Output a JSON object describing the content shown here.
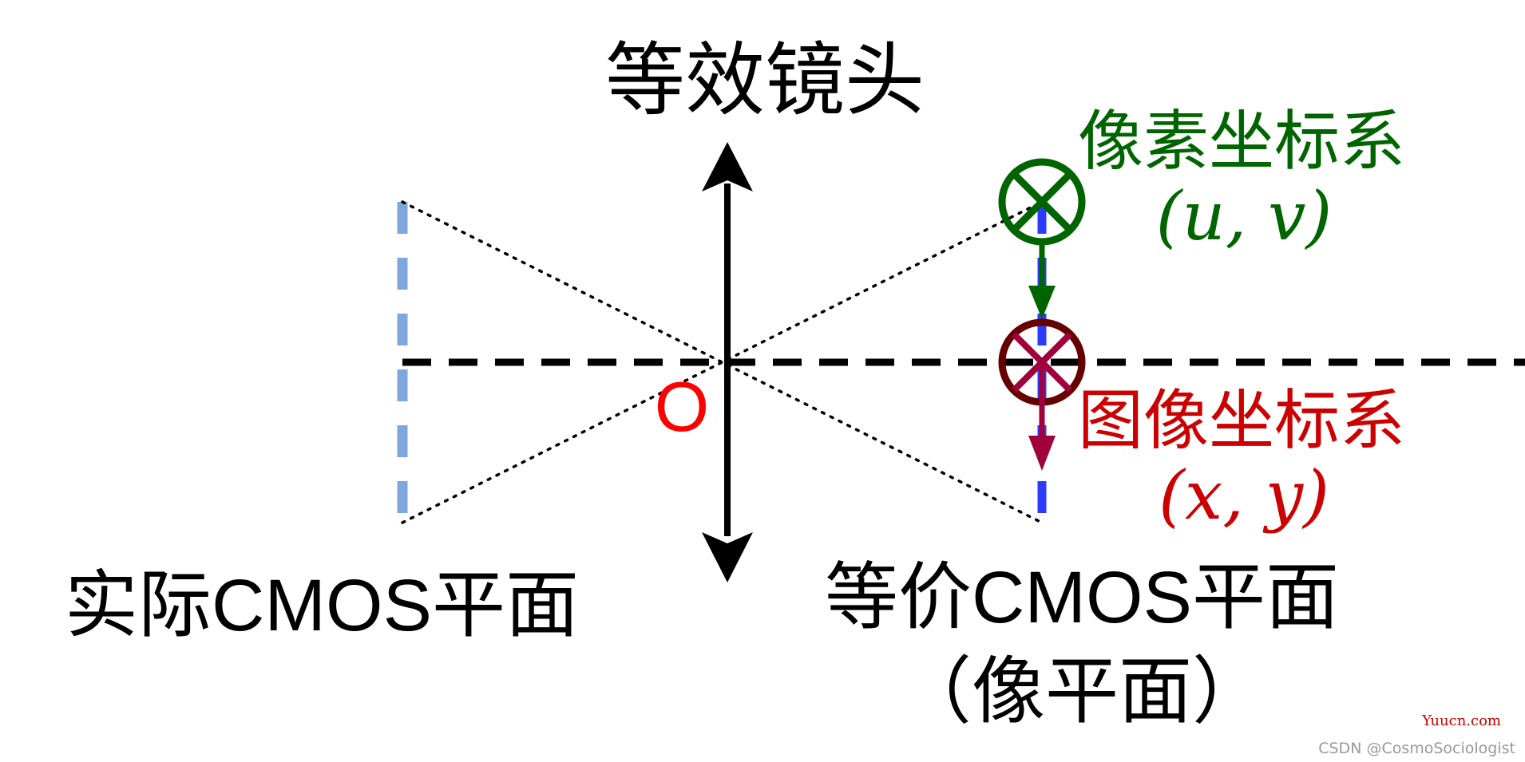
{
  "labels": {
    "lens": "等效镜头",
    "pixel_coord_title": "像素坐标系",
    "pixel_coord_vars": "(u, v)",
    "image_coord_title": "图像坐标系",
    "image_coord_vars": "(x, y)",
    "optical_center": "O",
    "real_cmos": "实际CMOS平面",
    "equiv_cmos": "等价CMOS平面",
    "image_plane_note": "（像平面）"
  },
  "watermarks": {
    "site": "Yuucn.com",
    "author": "CSDN @CosmoSociologist"
  },
  "colors": {
    "pixel_coord": "#006400",
    "image_coord": "#cc0000",
    "image_marker": "#660000",
    "image_arrow": "#a0003c",
    "optical_center": "#ff0000",
    "real_cmos": "#7fa6de",
    "equiv_cmos": "#2b3bff",
    "site_watermark": "#cc0000",
    "author_watermark": "#999999"
  }
}
